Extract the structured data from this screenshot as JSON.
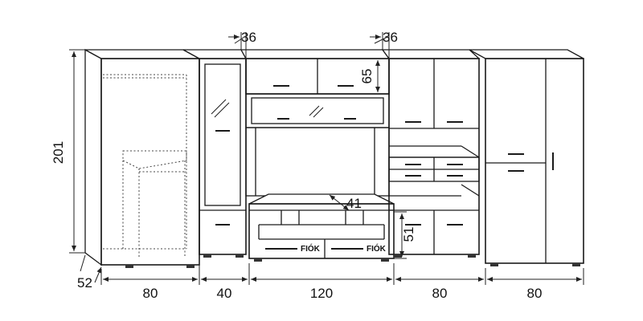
{
  "dimensions": {
    "height_total": "201",
    "depth_wardrobe": "52",
    "width_left_wardrobe": "80",
    "width_glass_cabinet": "40",
    "width_tv_section": "120",
    "width_right_cabinet": "80",
    "width_right_wardrobe": "80",
    "depth_top_left": "36",
    "depth_top_right": "36",
    "height_top_cabinet": "65",
    "depth_tv_shelf": "41",
    "height_lower_cabinet": "51"
  },
  "drawer_labels": {
    "left": "FIÓK",
    "right": "FIÓK"
  }
}
